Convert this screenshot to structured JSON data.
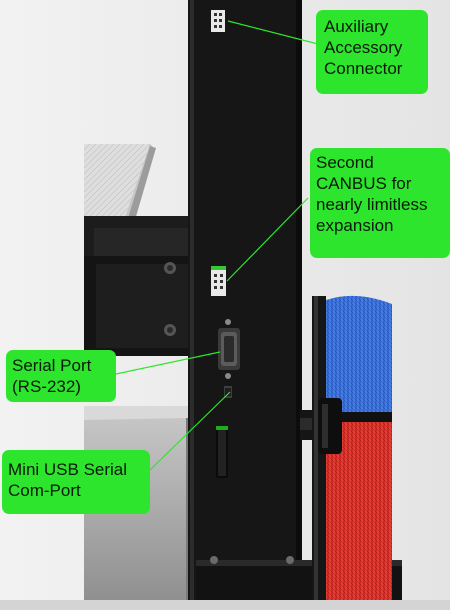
{
  "callouts": {
    "aux": [
      "Auxiliary",
      "Accessory",
      "Connector"
    ],
    "canbus": [
      "Second",
      "CANBUS for",
      "nearly limitless",
      "expansion"
    ],
    "serial": [
      "Serial Port",
      "(RS-232)"
    ],
    "usb": [
      "Mini USB Serial",
      "Com-Port"
    ]
  },
  "colors": {
    "callout_fill": "#2ee52e",
    "leader_line": "#2ee52e",
    "frame": "#1a1a1a",
    "filament_blue": "#3a7de0",
    "filament_red": "#e03030"
  }
}
